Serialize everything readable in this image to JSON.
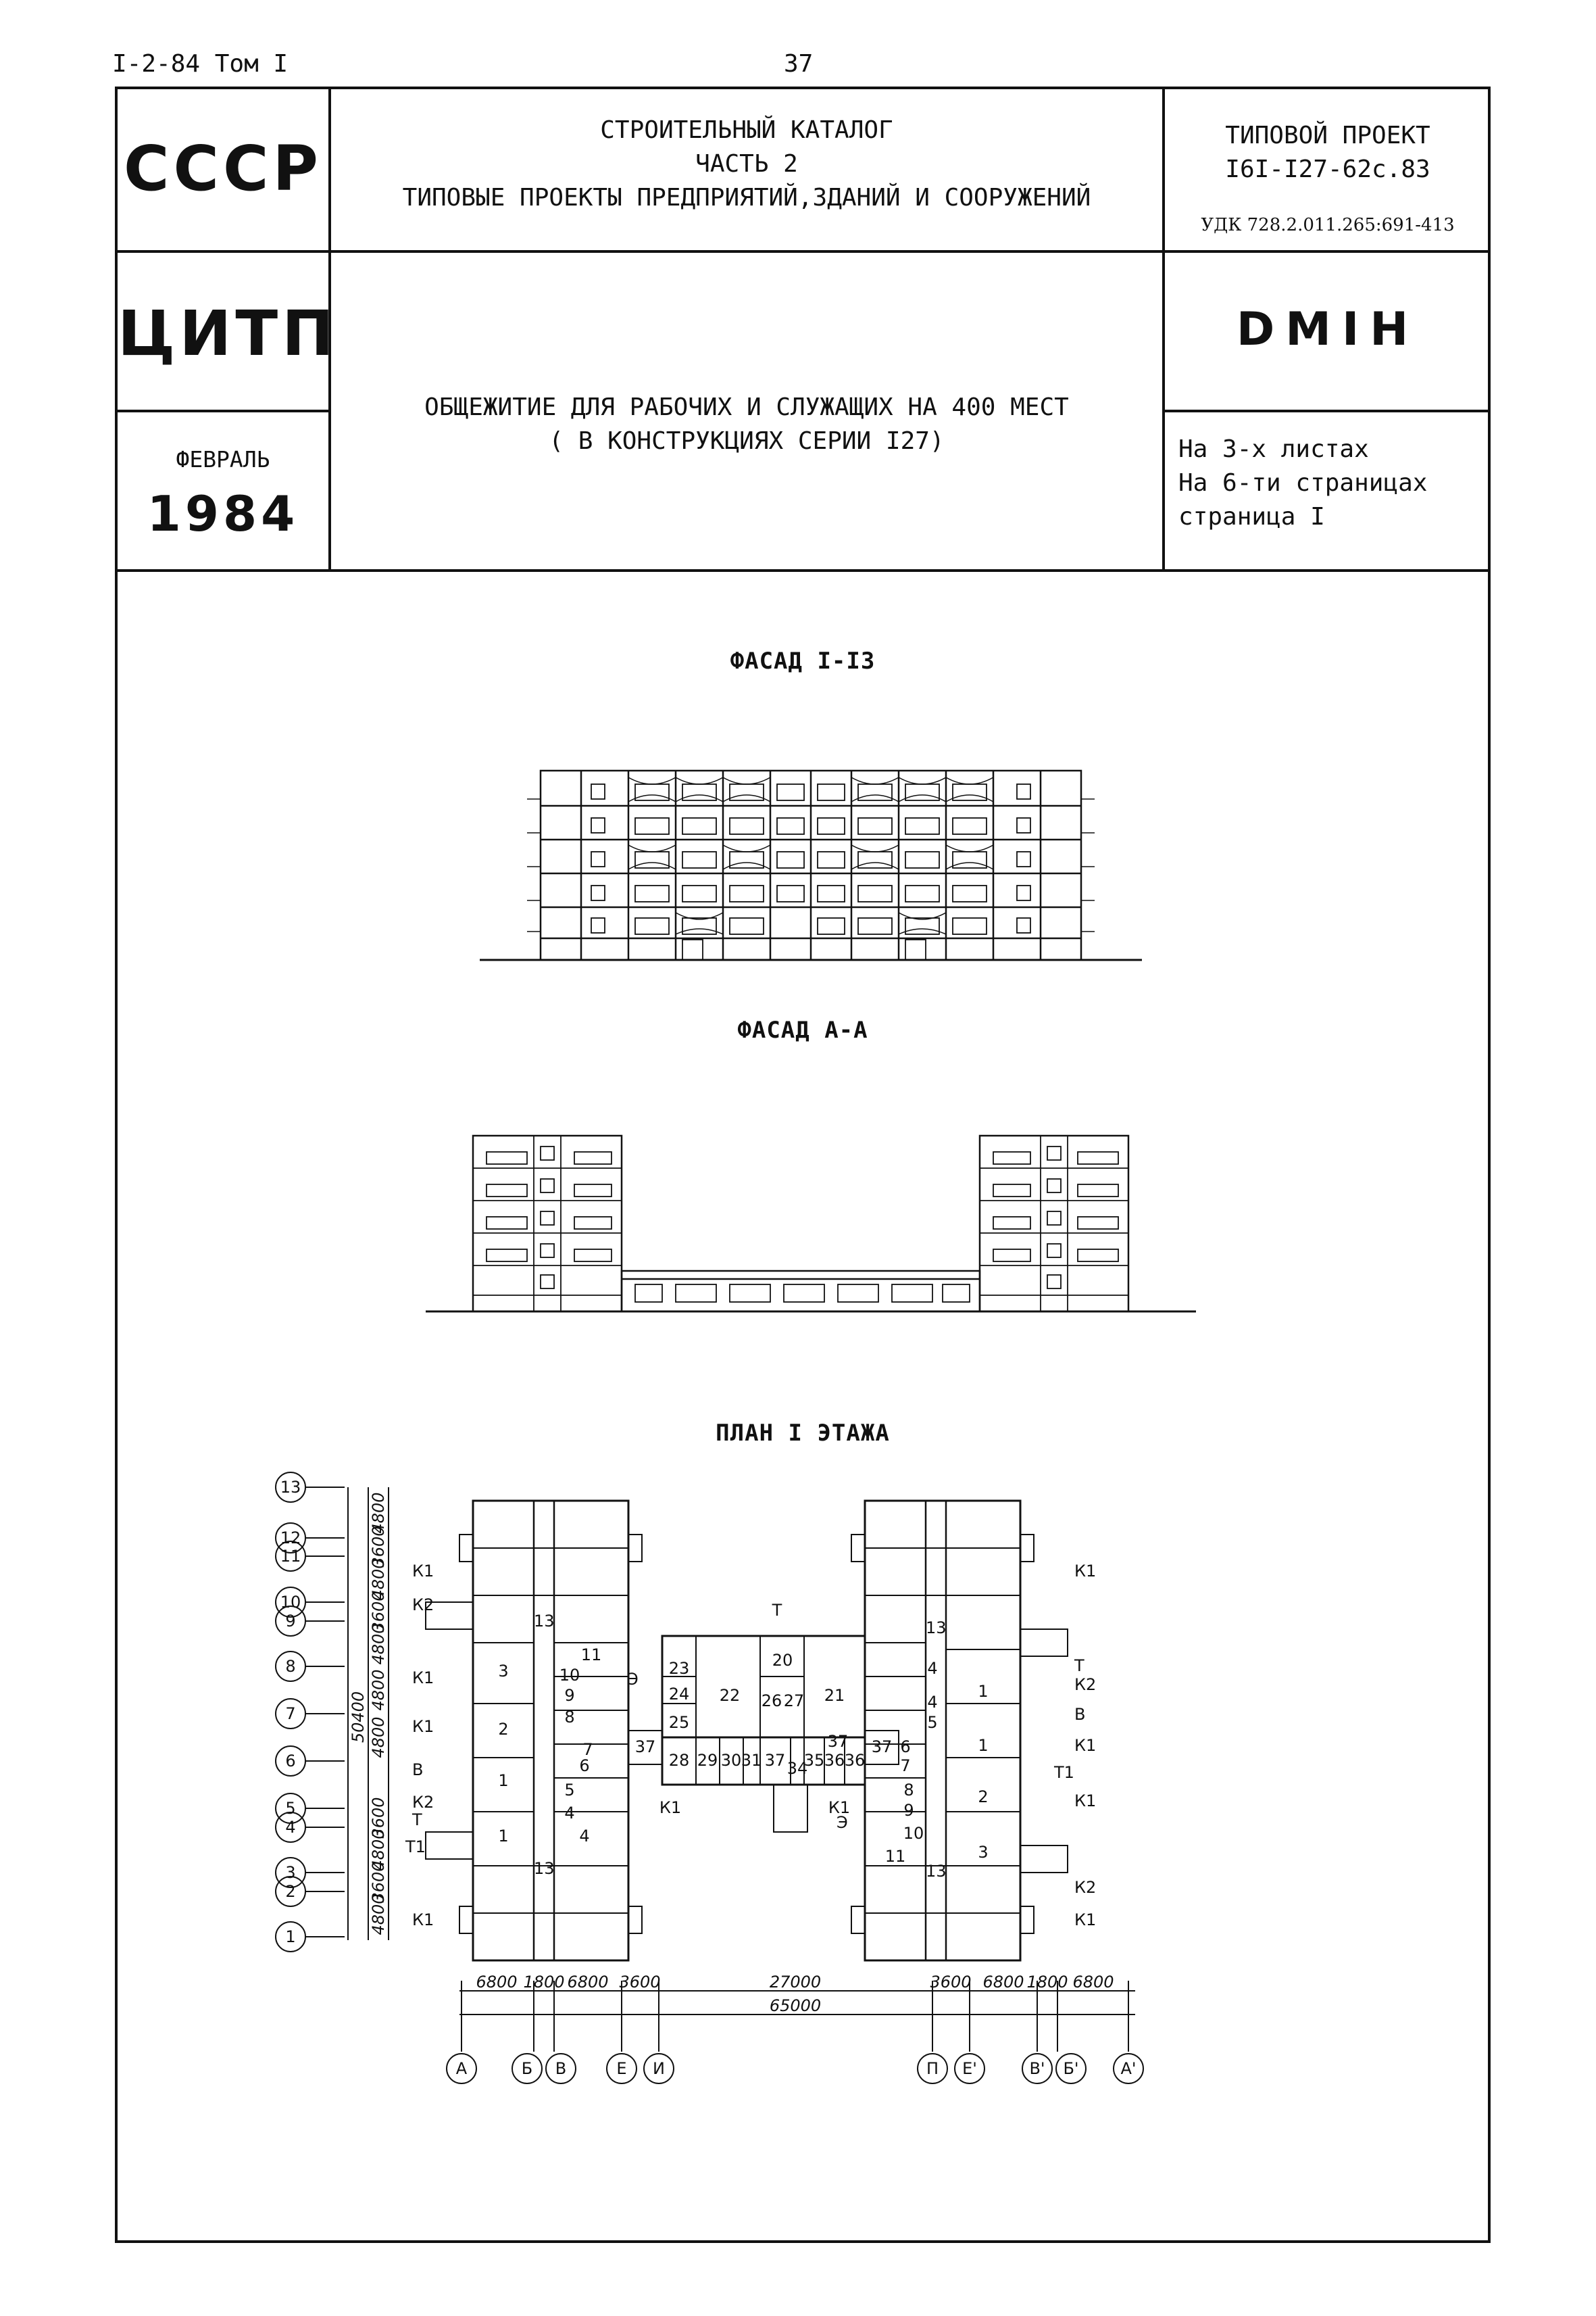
{
  "header": {
    "doc_ref": "I-2-84 Том I",
    "page_number": "37"
  },
  "title_block": {
    "org1": "СССР",
    "org2": "ЦИТП",
    "month": "ФЕВРАЛЬ",
    "year": "1984",
    "catalog_lines": [
      "СТРОИТЕЛЬНЫЙ КАТАЛОГ",
      "ЧАСТЬ 2",
      "ТИПОВЫЕ ПРОЕКТЫ ПРЕДПРИЯТИЙ,ЗДАНИЙ И СООРУЖЕНИЙ"
    ],
    "project_label": "ТИПОВОЙ ПРОЕКТ",
    "project_code": "I6I-I27-62с.83",
    "udk": "УДК 728.2.011.265:691-413",
    "code_stamp": "DMIH",
    "object_lines": [
      "ОБЩЕЖИТИЕ ДЛЯ РАБОЧИХ И СЛУЖАЩИХ НА 400 МЕСТ",
      "( В КОНСТРУКЦИЯХ СЕРИИ I27)"
    ],
    "sheet_info": [
      "На 3-х листах",
      "На 6-ти страницах",
      "страница I"
    ]
  },
  "drawings": {
    "facade1": "ФАСАД I-I3",
    "facade2": "ФАСАД А-А",
    "plan": "ПЛАН I ЭТАЖА"
  },
  "plan_labels": {
    "row_axes": [
      "13",
      "12",
      "11",
      "10",
      "9",
      "8",
      "7",
      "6",
      "5",
      "4",
      "3",
      "2",
      "1"
    ],
    "col_axes": [
      "А",
      "Б",
      "В",
      "Е",
      "И",
      "П",
      "Е'",
      "В'",
      "Б'",
      "А'"
    ],
    "top_dims": [
      "6800",
      "1800",
      "6800",
      "3600",
      "27000",
      "3600",
      "6800",
      "1800",
      "6800"
    ],
    "total_dim": "65000",
    "side_dim": "50400",
    "side_steps": [
      "4800",
      "3600",
      "4800",
      "3600",
      "4800",
      "4800",
      "4800",
      "3600",
      "4800",
      "3600",
      "4800"
    ],
    "left_marks": [
      "К1",
      "К2",
      "К1",
      "К1",
      "В",
      "К2",
      "Т",
      "Т1",
      "К1",
      "Э",
      "13",
      "13"
    ],
    "right_marks": [
      "К1",
      "Т",
      "К2",
      "В",
      "К1",
      "Т1",
      "К1",
      "К2",
      "К1",
      "Э",
      "13",
      "13"
    ],
    "center_marks": [
      "Т",
      "К1",
      "К1"
    ],
    "rooms_center": [
      "23",
      "24",
      "25",
      "22",
      "20",
      "26",
      "27",
      "21",
      "28",
      "29",
      "30",
      "31",
      "37",
      "34",
      "35",
      "36",
      "36",
      "37",
      "37",
      "37"
    ],
    "rooms_left": [
      "11",
      "10",
      "9",
      "8",
      "3",
      "2",
      "7",
      "6",
      "5",
      "4",
      "4",
      "1",
      "1"
    ],
    "rooms_right": [
      "4",
      "4",
      "5",
      "6",
      "7",
      "8",
      "9",
      "10",
      "11",
      "3",
      "1",
      "1",
      "2"
    ]
  }
}
